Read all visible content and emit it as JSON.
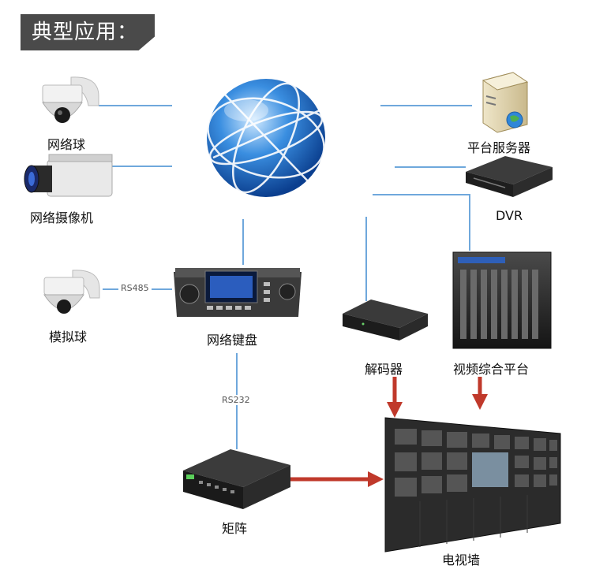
{
  "title": "典型应用：",
  "nodes": {
    "network_dome": "网络球",
    "network_camera": "网络摄像机",
    "analog_dome": "模拟球",
    "network_keyboard": "网络键盘",
    "platform_server": "平台服务器",
    "dvr": "DVR",
    "decoder": "解码器",
    "video_platform": "视频综合平台",
    "matrix": "矩阵",
    "video_wall": "电视墙"
  },
  "links": {
    "rs485": "RS485",
    "rs232": "RS232"
  },
  "colors": {
    "line": "#6fa8dc",
    "arrow": "#c0392b",
    "title_bg": "#4a4a4a"
  },
  "icons": {
    "globe": "globe-icon",
    "dome": "dome-camera-icon",
    "bullet": "bullet-camera-icon",
    "keyboard": "keyboard-icon",
    "server": "server-icon",
    "dvr": "dvr-icon",
    "decoder": "decoder-icon",
    "platform": "platform-chassis-icon",
    "matrix": "matrix-icon",
    "wall": "video-wall-icon"
  }
}
